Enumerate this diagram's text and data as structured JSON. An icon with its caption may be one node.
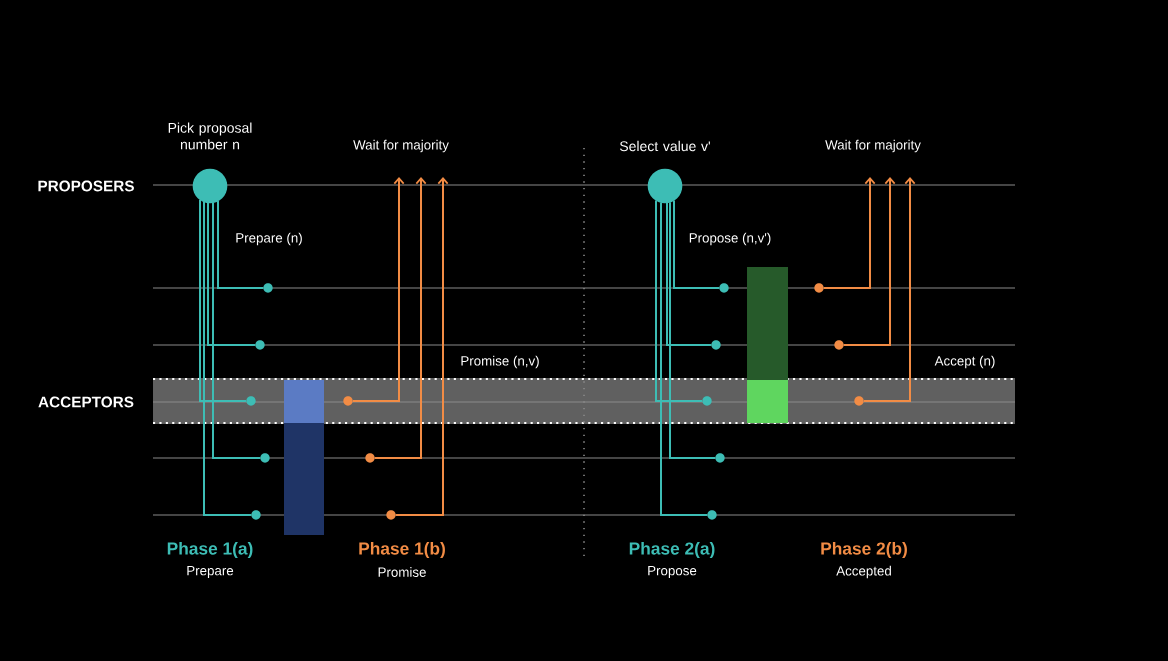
{
  "diagram": {
    "nodes": [
      {
        "text": [
          "ACCEPTORS"
        ]
      },
      {
        "text": [],
        "shape": "circle",
        "beside": [
          "Pick proposal number n"
        ]
      },
      {
        "text": [],
        "shape": "circle"
      },
      {
        "text": [],
        "shape": "circle"
      },
      {
        "text": [],
        "shape": "circle",
        "in": 0
      },
      {
        "text": [],
        "shape": "circle"
      },
      {
        "text": [],
        "shape": "circle"
      },
      {
        "text": [],
        "shape": "circle",
        "in": 0
      },
      {
        "text": [],
        "shape": "circle"
      },
      {
        "text": [],
        "shape": "circle"
      },
      {
        "text": [],
        "shape": "bar"
      },
      {
        "text": [],
        "shape": "circle",
        "beside": [
          "Select value v'"
        ]
      },
      {
        "text": [],
        "shape": "circle"
      },
      {
        "text": [],
        "shape": "circle"
      },
      {
        "text": [],
        "shape": "circle",
        "in": 0
      },
      {
        "text": [],
        "shape": "circle"
      },
      {
        "text": [],
        "shape": "circle"
      },
      {
        "text": [],
        "shape": "circle"
      },
      {
        "text": [],
        "shape": "circle"
      },
      {
        "text": [],
        "shape": "circle",
        "in": 0
      },
      {
        "text": [],
        "shape": "bar"
      }
    ],
    "edges": [
      {
        "from": 1,
        "to": 2,
        "arrow": "none"
      },
      {
        "from": 1,
        "to": 3,
        "arrow": "none"
      },
      {
        "from": 1,
        "to": 4,
        "arrow": "none"
      },
      {
        "from": 1,
        "to": 5,
        "arrow": "none"
      },
      {
        "from": 1,
        "to": 6,
        "arrow": "none"
      },
      {
        "from": 7,
        "to": null,
        "arrow": "to",
        "color": "#f28c45"
      },
      {
        "from": 8,
        "to": null,
        "arrow": "to",
        "color": "#f28c45"
      },
      {
        "from": 9,
        "to": null,
        "arrow": "to",
        "color": "#f28c45"
      },
      {
        "from": 11,
        "to": 12,
        "arrow": "none"
      },
      {
        "from": 11,
        "to": 13,
        "arrow": "none"
      },
      {
        "from": 11,
        "to": 14,
        "arrow": "none"
      },
      {
        "from": 11,
        "to": 15,
        "arrow": "none"
      },
      {
        "from": 11,
        "to": 16,
        "arrow": "none"
      },
      {
        "from": 17,
        "to": null,
        "arrow": "to",
        "color": "#f28c45"
      },
      {
        "from": 18,
        "to": null,
        "arrow": "to",
        "color": "#f28c45"
      },
      {
        "from": 19,
        "to": null,
        "arrow": "to",
        "color": "#f28c45"
      }
    ],
    "labels": [
      "PROPOSERS",
      "Wait for majority",
      "Prepare (n)",
      "Promise (n,v)",
      "Phase 1(a)",
      "Prepare",
      "Phase 1(b)",
      "Promise",
      "Wait for majority",
      "Propose (n,v')",
      "Accept (n)",
      "Phase 2(a)",
      "Propose",
      "Phase 2(b)",
      "Accepted"
    ]
  }
}
